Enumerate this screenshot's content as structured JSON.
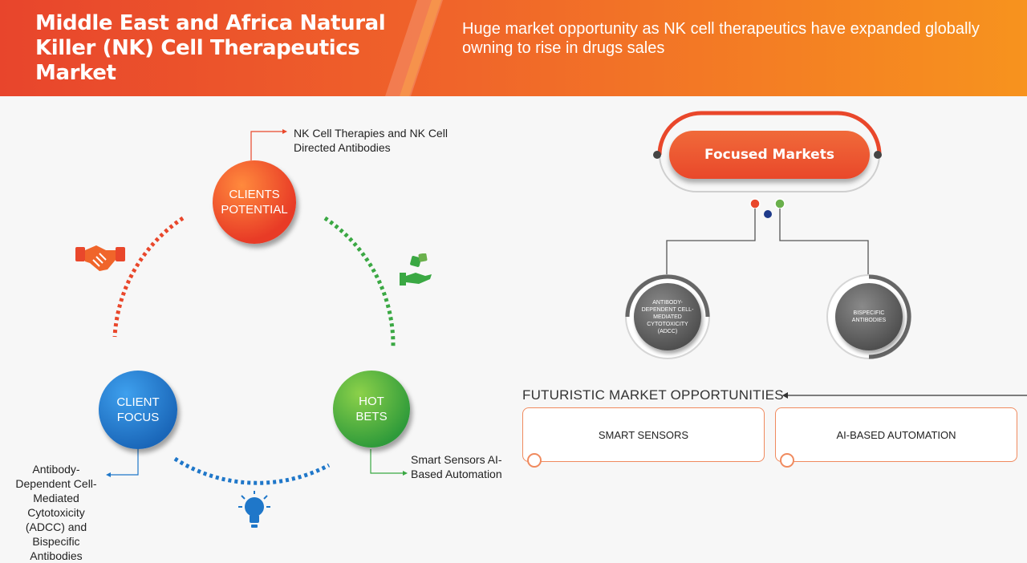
{
  "header": {
    "title": "Middle East and Africa Natural Killer (NK) Cell Therapeutics Market",
    "tagline": "Huge market opportunity as NK cell therapeutics have expanded globally owning to rise in drugs sales",
    "colors": {
      "red": "#e8452c",
      "orange": "#f7931e"
    }
  },
  "cycle": {
    "clients_potential": {
      "label_1": "CLIENTS",
      "label_2": "POTENTIAL",
      "note": "NK Cell Therapies and NK Cell Directed Antibodies",
      "color": "#e9472b"
    },
    "client_focus": {
      "label_1": "CLIENT",
      "label_2": "FOCUS",
      "note": "Antibody-Dependent Cell-Mediated Cytotoxicity (ADCC) and Bispecific Antibodies",
      "color": "#1f77c9"
    },
    "hot_bets": {
      "label_1": "HOT",
      "label_2": "BETS",
      "note": "Smart Sensors AI-Based Automation",
      "color": "#3aa843"
    },
    "icons": [
      "handshake-icon",
      "money-hand-icon",
      "lightbulb-icon"
    ]
  },
  "focused_markets": {
    "title": "Focused Markets",
    "items": [
      "Antibody-Dependent Cell-Mediated Cytotoxicity (ADCC)",
      "Bispecific Antibodies"
    ]
  },
  "futuristic": {
    "title": "FUTURISTIC MARKET OPPORTUNITIES",
    "items": [
      "SMART SENSORS",
      "AI-BASED AUTOMATION"
    ]
  }
}
